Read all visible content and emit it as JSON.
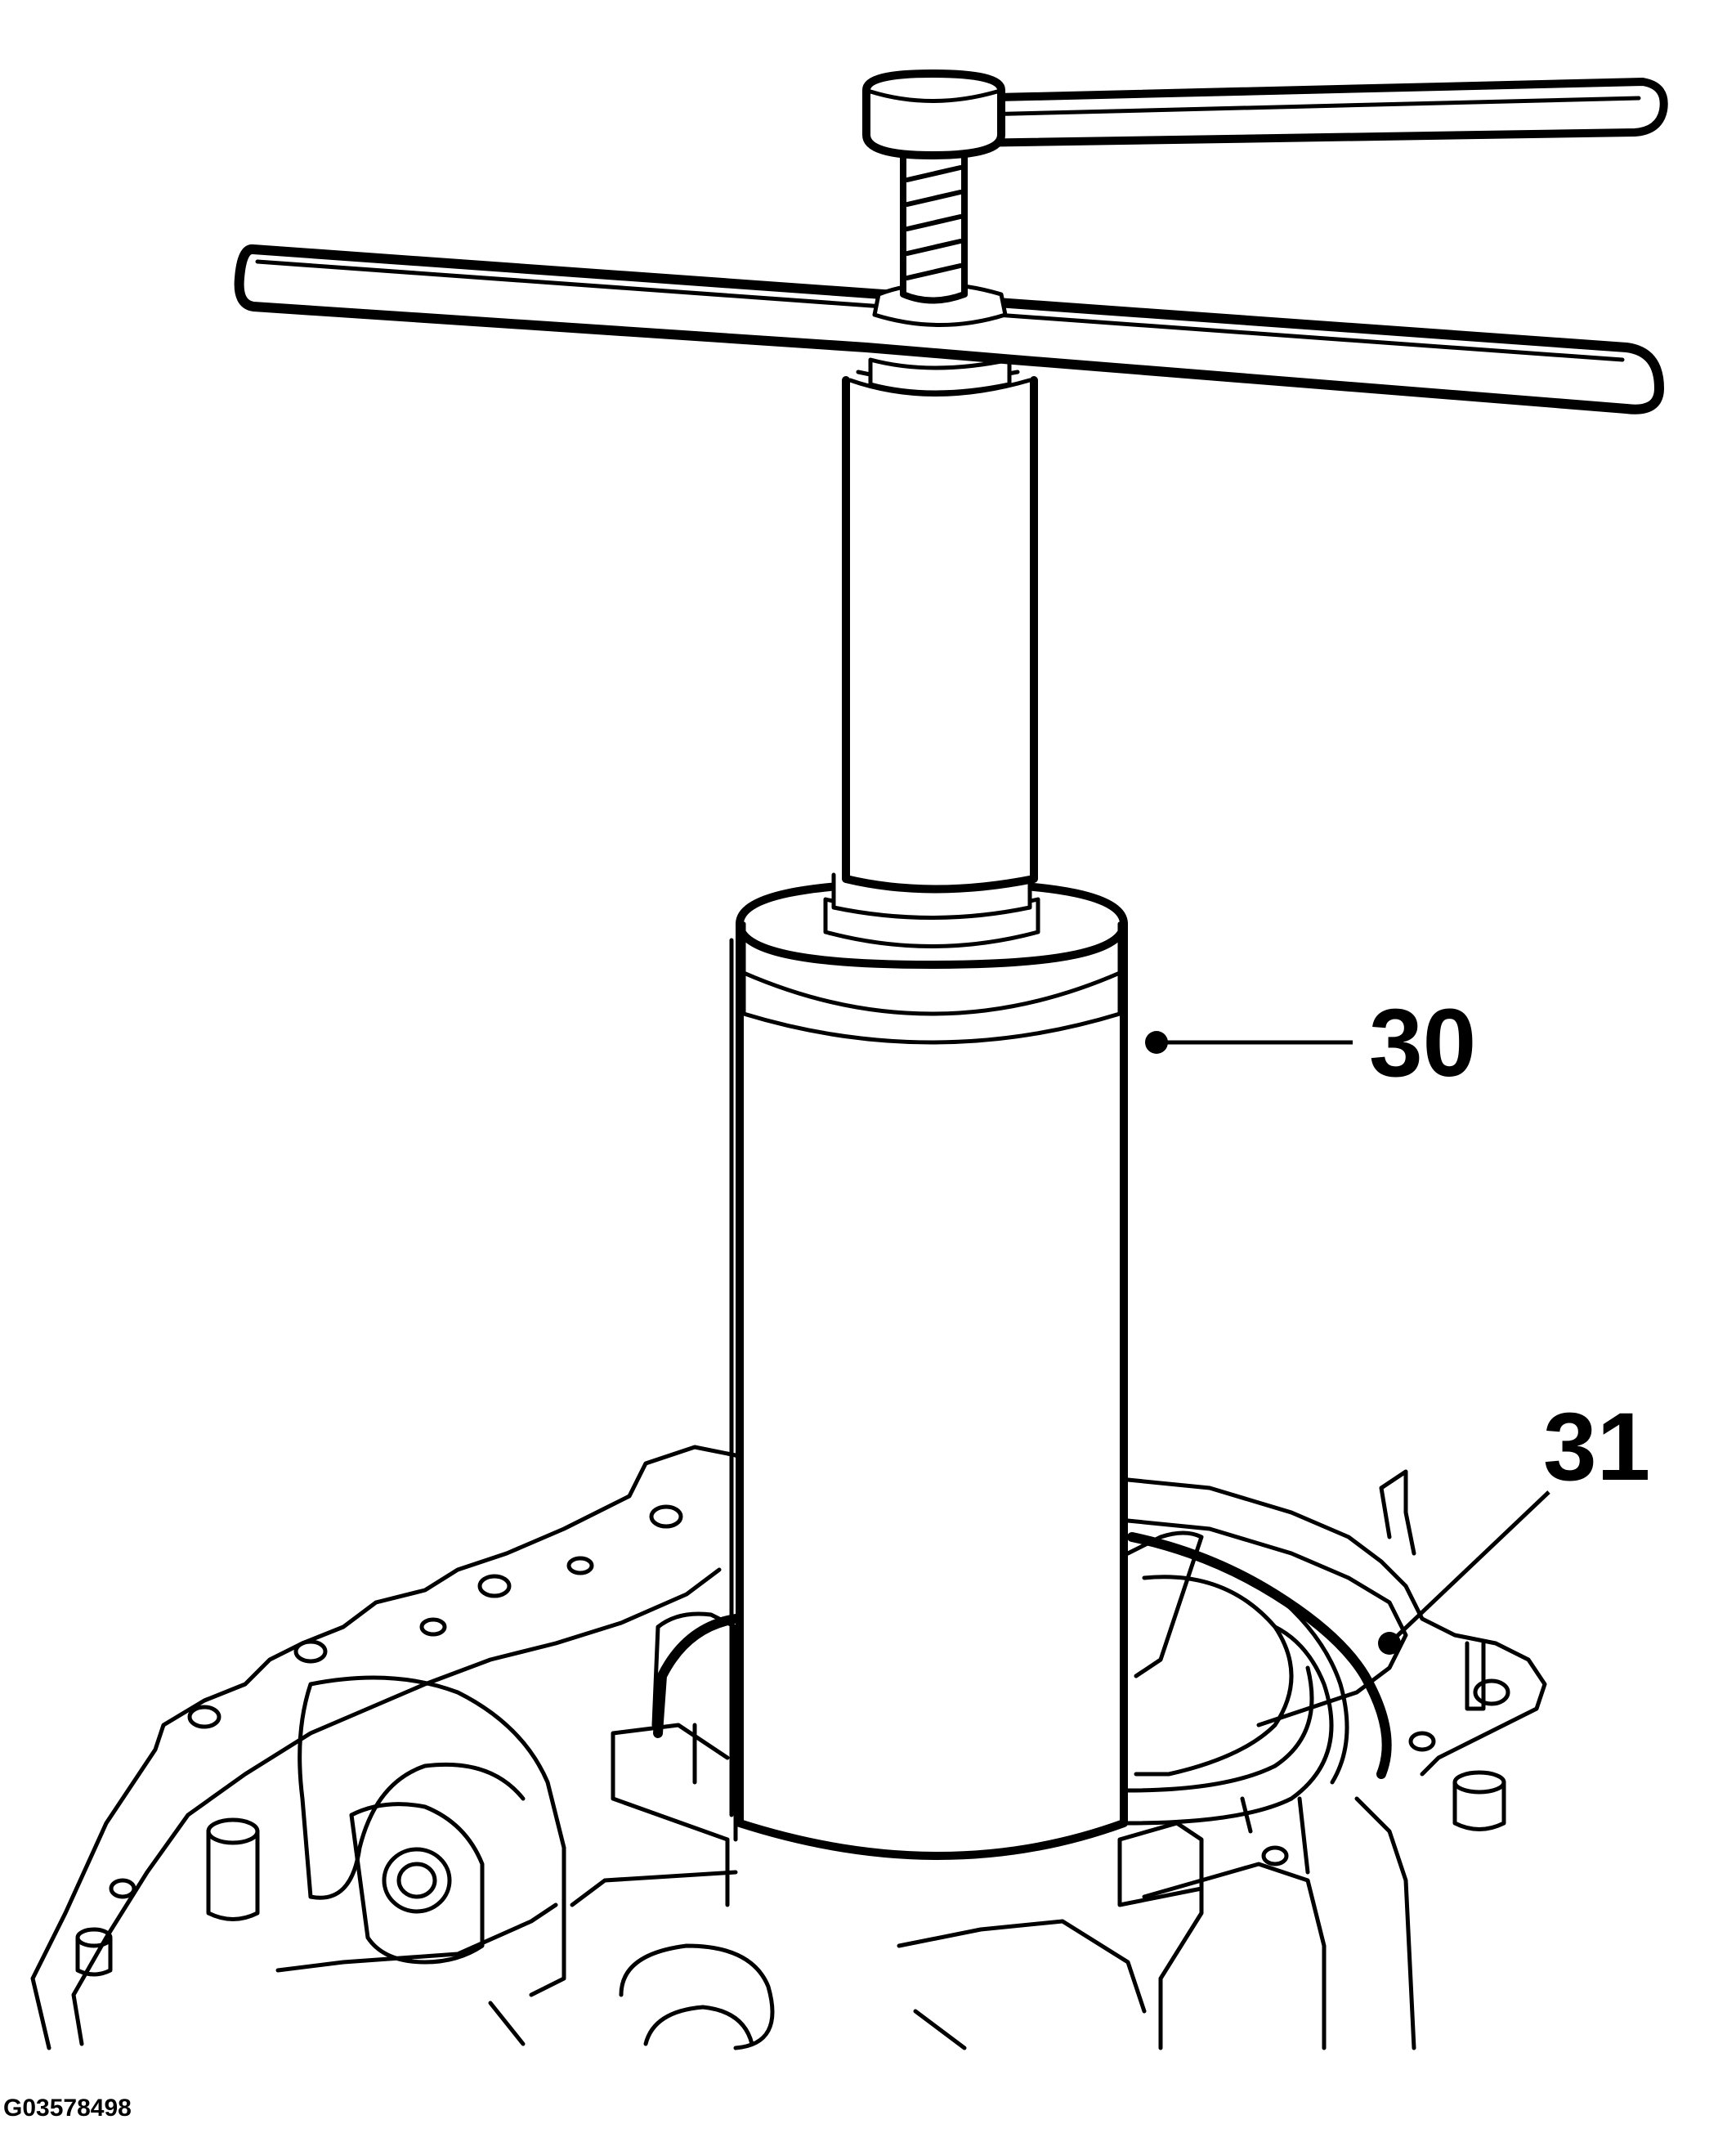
{
  "figure": {
    "id": "G03578498"
  },
  "callouts": [
    {
      "label": "30",
      "target": "seal-installer-tool"
    },
    {
      "label": "31",
      "target": "seal-ring"
    }
  ],
  "colors": {
    "line": "#000000",
    "background": "#ffffff"
  }
}
